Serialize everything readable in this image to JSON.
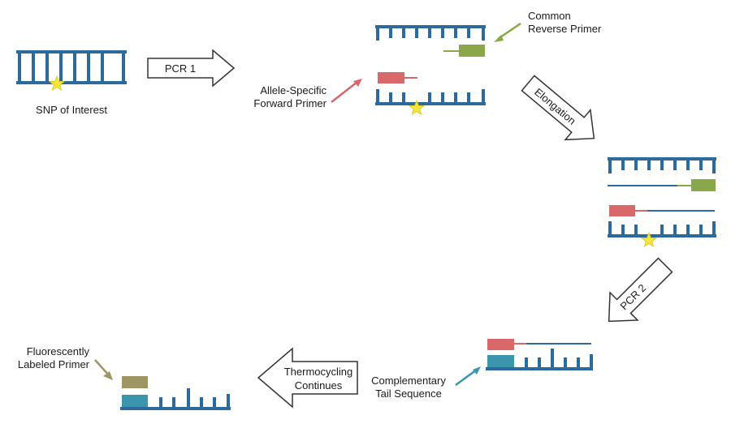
{
  "colors": {
    "strand": "#2b6a9a",
    "snp_star": "#f5e63c",
    "forward_primer": "#d9686a",
    "reverse_primer": "#8aa84a",
    "complementary_tail": "#3a95ad",
    "fluorescent_primer": "#9e9565",
    "arrow_outline": "#333333"
  },
  "icons": [
    "snp-star-icon",
    "process-arrow-icon",
    "pointer-arrow-icon"
  ],
  "labels": {
    "snp": "SNP of Interest",
    "common_reverse_line1": "Common",
    "common_reverse_line2": "Reverse Primer",
    "allele_specific_line1": "Allele-Specific",
    "allele_specific_line2": "Forward Primer",
    "complementary_line1": "Complementary",
    "complementary_line2": "Tail Sequence",
    "fluorescent_line1": "Fluorescently",
    "fluorescent_line2": "Labeled Primer"
  },
  "steps": {
    "pcr1": "PCR 1",
    "elongation": "Elongation",
    "pcr2": "PCR 2",
    "thermocycling_line1": "Thermocycling",
    "thermocycling_line2": "Continues"
  }
}
